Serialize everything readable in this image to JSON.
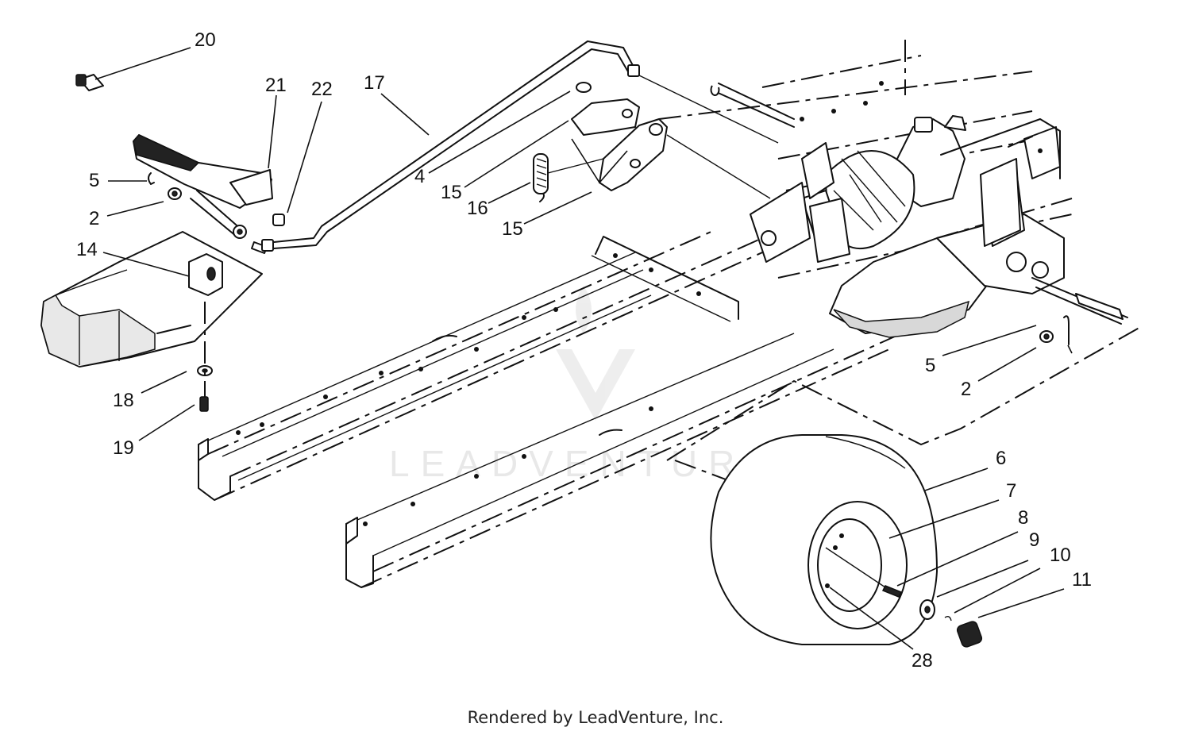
{
  "credit": "Rendered by LeadVenture, Inc.",
  "watermark": "LEADVENTURE",
  "callouts": [
    "20",
    "21",
    "22",
    "17",
    "5",
    "2",
    "14",
    "4",
    "15",
    "16",
    "15",
    "18",
    "19",
    "5",
    "2",
    "6",
    "7",
    "8",
    "9",
    "10",
    "11",
    "28"
  ]
}
